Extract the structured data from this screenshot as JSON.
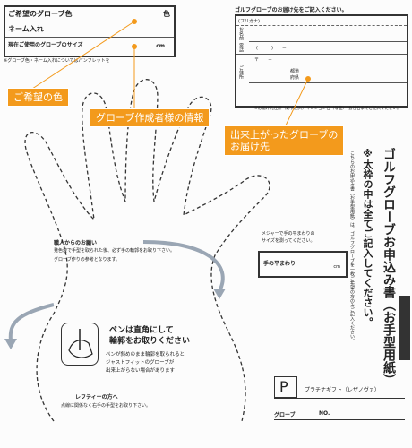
{
  "order_box": {
    "color_label": "ご希望のグローブ色",
    "color_unit": "色",
    "name_label": "ネーム入れ",
    "size_label": "現在ご使用のグローブのサイズ",
    "size_unit": "cm",
    "note": "※グローブ色・ネーム入れについてはパンフレットを"
  },
  "address_box": {
    "title": "ゴルフグローブのお届け先をご記入ください。",
    "furigana": "(フリガナ)",
    "name_label": "お名前",
    "phone_label": "電話",
    "phone_parens": "(　　　)　　－",
    "postal_label": "〒　　－",
    "address_label": "ご住所",
    "pref_label": "都道\n府県",
    "footnote": "※お届け先住所（必ず記入）マンション名（号室）・会社名までご記入ください。"
  },
  "callouts": {
    "color": "ご希望の色",
    "maker": "グローブ作成者様の情報",
    "delivery": "出来上がったグローブの\nお届け先"
  },
  "instructions": {
    "craftsman_title": "職人からのお願い",
    "craftsman_body": "発色液で手型を取られた後、必ず手の輪郭をお取り下さい。\nグローブ作りの参考となります。",
    "measure_text": "メジャーで手の平まわりの\nサイズを測ってください。",
    "palm_label": "手の平まわり",
    "palm_unit": "cm",
    "pen_title": "ペンは直角にして\n輪郭をお取りください",
    "pen_body": "ペンが斜めのまま輪郭を取られると\nジャストフィットのグローブが\n出来上がらない場合があります",
    "lefty_title": "レフティーの方へ",
    "lefty_body": "点線に関係なく右手の手型をお取り下さい。"
  },
  "side": {
    "title": "ゴルフグローブお申込み書（お手型用紙）",
    "subtitle": "※太枠の中は全てご記入してください。",
    "note": "こちらのお申込み書（お手型用紙）は、ゴルフグローブを一枚ご希望の方のみご記入ください。"
  },
  "footer": {
    "p_label": "P",
    "product": "プラチナギフト（レザノヴァ）",
    "glove_label": "グローブ",
    "no_label": "NO."
  },
  "colors": {
    "accent": "#f39a1c",
    "arrow": "#9aa6b4"
  }
}
